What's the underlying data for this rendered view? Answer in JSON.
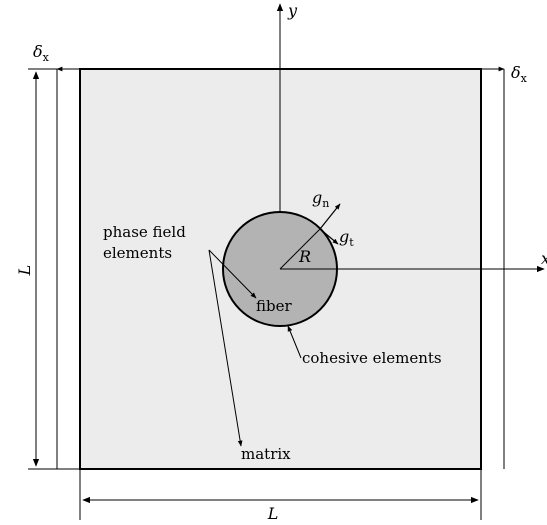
{
  "labels": {
    "y_axis": "y",
    "x_axis_partial": "x",
    "delta_left": "δ",
    "delta_left_sub": "x",
    "delta_right": "δ",
    "delta_right_sub": "x",
    "L_left": "L",
    "L_bottom": "L",
    "gn": "g",
    "gn_sub": "n",
    "gt": "g",
    "gt_sub": "t",
    "R": "R",
    "phase_field_line1": "phase field",
    "phase_field_line2": "elements",
    "fiber": "fiber",
    "cohesive": "cohesive elements",
    "matrix": "matrix"
  },
  "colors": {
    "matrix_fill": "#ececec",
    "fiber_fill": "#b3b3b3",
    "stroke": "#000000"
  }
}
